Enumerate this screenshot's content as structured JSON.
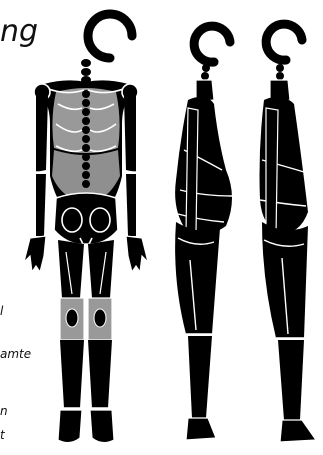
{
  "labels": {
    "title_fragment": "ng",
    "line_1": "l",
    "line_2": "amte",
    "line_3": "n",
    "line_4": "t"
  },
  "figures": [
    {
      "view": "front",
      "icon": "human-body-front-skeleton-icon"
    },
    {
      "view": "side",
      "icon": "human-body-side-posture-icon"
    },
    {
      "view": "side",
      "icon": "human-body-side-upright-icon"
    }
  ],
  "colors": {
    "body": "#000000",
    "highlight": "#9a9a9a",
    "outline": "#ffffff"
  }
}
